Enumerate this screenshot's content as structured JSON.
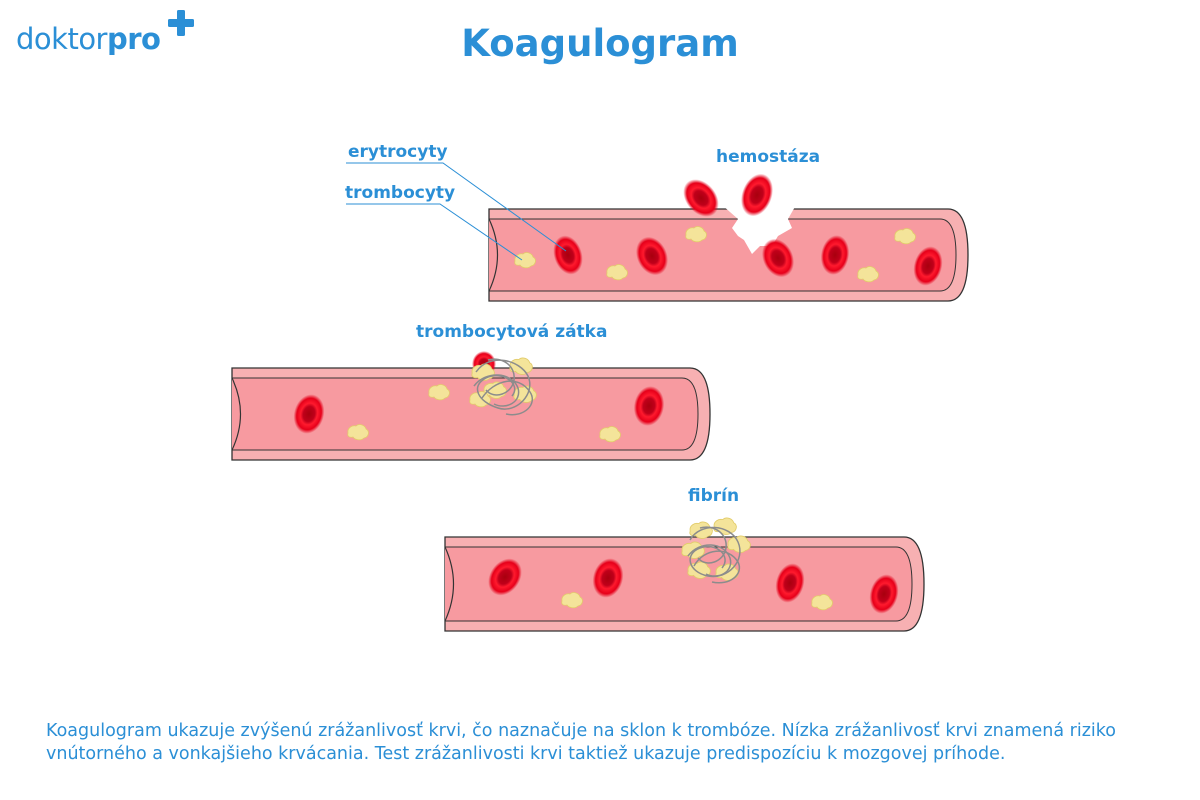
{
  "logo": {
    "text_light": "doktor",
    "text_bold": "pro",
    "icon": "plus-icon",
    "color": "#2b8fd6",
    "accent": "#2b8fd6"
  },
  "title": "Koagulogram",
  "labels": {
    "erythrocytes": "erytrocyty",
    "thrombocytes": "trombocyty",
    "hemostasis": "hemostáza",
    "platelet_plug": "trombocytová zátka",
    "fibrin": "fibrín"
  },
  "caption": "Koagulogram ukazuje zvýšenú zrážanlivosť krvi, čo naznačuje na sklon k trombóze. Nízka zrážanlivosť krvi znamená riziko vnútorného a vonkajšieho krvácania. Test zrážanlivosti krvi taktiež ukazuje predispozíciu k mozgovej príhode.",
  "colors": {
    "text": "#2b8fd6",
    "vessel_fill": "#f79aa0",
    "vessel_wall": "#f7b0b2",
    "red_cell": "#e8001c",
    "red_cell_center": "#b00010",
    "platelet": "#f4e49a",
    "fibrin": "#9a9a9a"
  }
}
